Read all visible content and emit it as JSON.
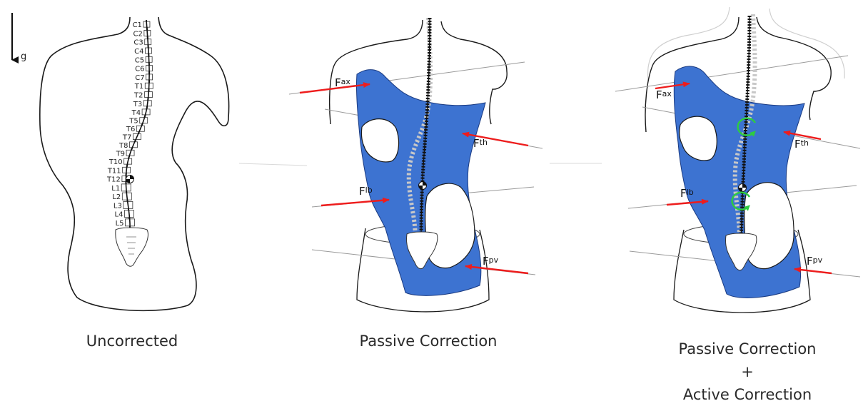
{
  "gravity_label": "g",
  "panels": [
    {
      "caption_lines": [
        "Uncorrected"
      ],
      "vertebrae": [
        "C1",
        "C2",
        "C3",
        "C4",
        "C5",
        "C6",
        "C7",
        "T1",
        "T2",
        "T3",
        "T4",
        "T5",
        "T6",
        "T7",
        "T8",
        "T9",
        "T10",
        "T11",
        "T12",
        "L1",
        "L2",
        "L3",
        "L4",
        "L5"
      ]
    },
    {
      "caption_lines": [
        "Passive Correction"
      ],
      "forces": [
        {
          "base": "F",
          "sub": "ax"
        },
        {
          "base": "F",
          "sub": "th"
        },
        {
          "base": "F",
          "sub": "lb"
        },
        {
          "base": "F",
          "sub": "pv"
        }
      ]
    },
    {
      "caption_lines": [
        "Passive Correction",
        "+",
        "Active Correction"
      ],
      "forces": [
        {
          "base": "F",
          "sub": "ax"
        },
        {
          "base": "F",
          "sub": "th"
        },
        {
          "base": "F",
          "sub": "lb"
        },
        {
          "base": "F",
          "sub": "pv"
        }
      ]
    }
  ],
  "colors": {
    "brace": "#3d73d1",
    "force_arrow": "#ee1c1c",
    "active_rotation": "#2ecc40",
    "outline": "#1a1a1a"
  }
}
